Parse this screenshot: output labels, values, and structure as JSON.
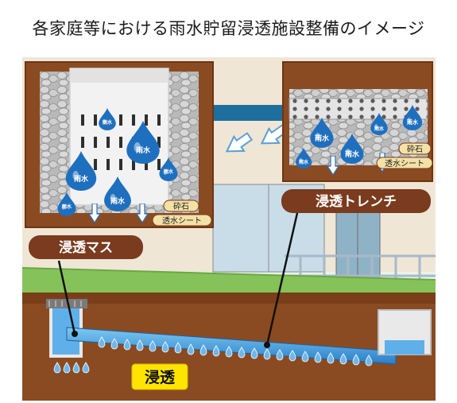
{
  "title": "各家庭等における雨水貯留浸透施設整備のイメージ",
  "labels": {
    "infiltration_basin": "浸透マス",
    "infiltration_trench": "浸透トレンチ",
    "infiltration": "浸透",
    "crushed_stone": "砕石",
    "permeable_sheet": "透水シート",
    "rainwater": "雨水"
  },
  "colors": {
    "soil": "#8a4b22",
    "soil_dark": "#6e3412",
    "water": "#2f8fd6",
    "label_bg": "#7a3b1e",
    "badge_yellow": "#ffe400",
    "stone_tag": "#f3e1a6",
    "grass": "#86c25a"
  }
}
